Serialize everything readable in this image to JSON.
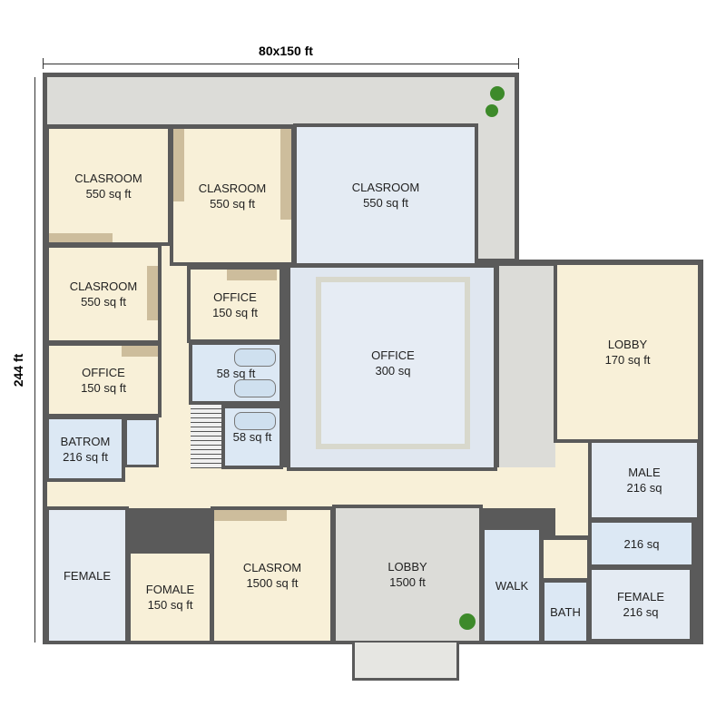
{
  "dimensions": {
    "width_label": "80x150 ft",
    "height_label": "244 ft"
  },
  "rooms": [
    {
      "name": "CLASROOM",
      "area": "550 sq ft"
    },
    {
      "name": "CLASROOM",
      "area": "550 sq ft"
    },
    {
      "name": "CLASROOM",
      "area": "550 sq ft"
    },
    {
      "name": "CLASROOM",
      "area": "550 sq ft"
    },
    {
      "name": "OFFICE",
      "area": "150 sq ft"
    },
    {
      "name": "OFFICE",
      "area": "300 sq"
    },
    {
      "name": "LOBBY",
      "area": "170 sq ft"
    },
    {
      "name": "OFFICE",
      "area": "150 sq ft"
    },
    {
      "name": "",
      "area": "58 sq ft"
    },
    {
      "name": "",
      "area": "58 sq ft"
    },
    {
      "name": "BATROM",
      "area": "216 sq ft"
    },
    {
      "name": "MALE",
      "area": "216 sq"
    },
    {
      "name": "",
      "area": "216 sq"
    },
    {
      "name": "FEMALE",
      "area": "216 sq"
    },
    {
      "name": "FEMALE",
      "area": ""
    },
    {
      "name": "FOMALE",
      "area": "150 sq ft"
    },
    {
      "name": "CLASROM",
      "area": "1500 sq ft"
    },
    {
      "name": "LOBBY",
      "area": "1500 ft"
    },
    {
      "name": "WALK",
      "area": ""
    },
    {
      "name": "BATH",
      "area": ""
    }
  ],
  "colors": {
    "wall": "#5a5a5a",
    "room_beige": "#f8f0d8",
    "room_blue": "#e4ebf3",
    "corridor_gray": "#dcdcd8",
    "furniture": "#cdbd9c",
    "plant": "#3d8a2a"
  }
}
